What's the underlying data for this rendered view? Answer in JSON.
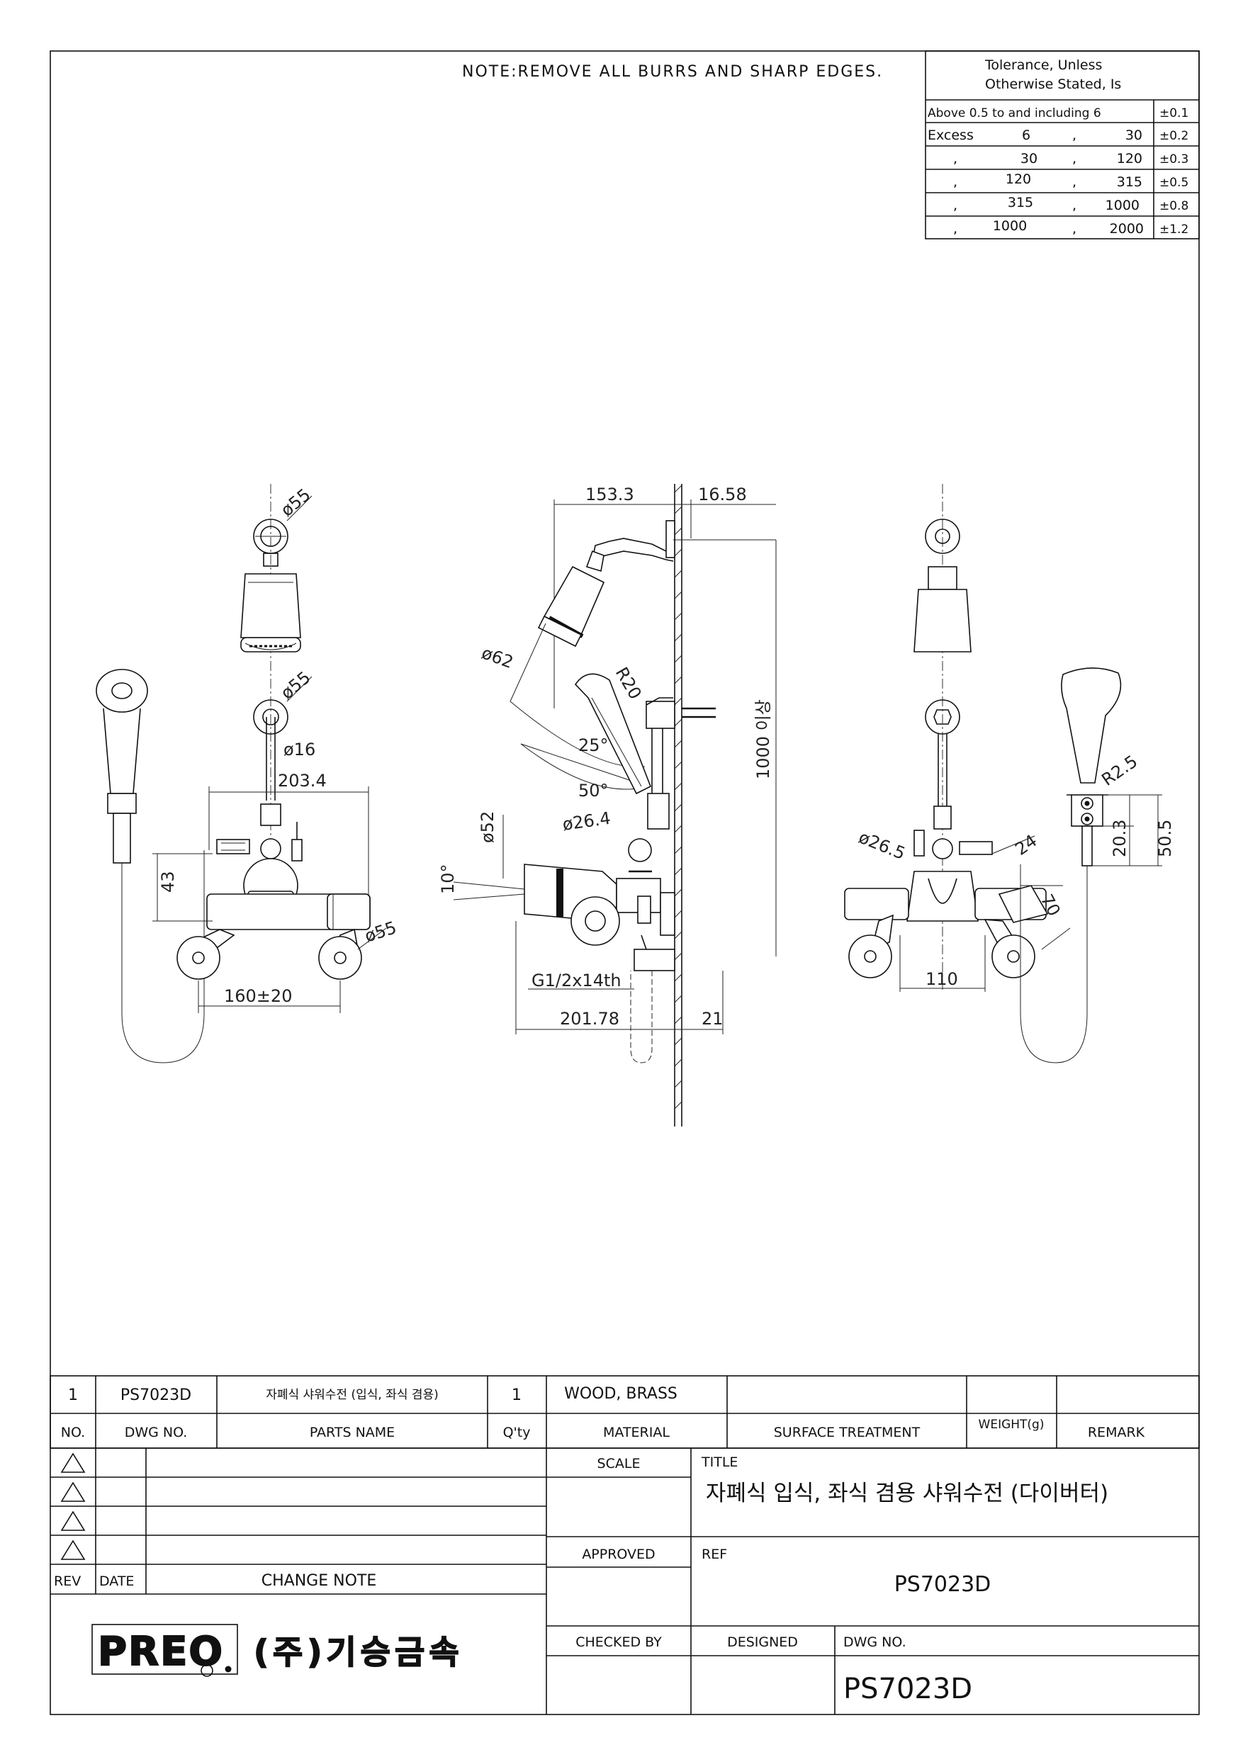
{
  "note": "NOTE:REMOVE ALL BURRS AND SHARP EDGES.",
  "tolerance": {
    "title_line1": "Tolerance, Unless",
    "title_line2": "Otherwise Stated, Is",
    "rows": [
      {
        "a": "Above 0.5 to and including 6",
        "b": "",
        "c": "",
        "d": "",
        "tol": "±0.1"
      },
      {
        "a": "Excess",
        "b": "6",
        "c": ",",
        "d": "30",
        "tol": "±0.2"
      },
      {
        "a": ",",
        "b": "30",
        "c": ",",
        "d": "120",
        "tol": "±0.3"
      },
      {
        "a": ",",
        "b": "120",
        "c": ",",
        "d": "315",
        "tol": "±0.5"
      },
      {
        "a": ",",
        "b": "315",
        "c": ",",
        "d": "1000",
        "tol": "±0.8"
      },
      {
        "a": ",",
        "b": "1000",
        "c": ",",
        "d": "2000",
        "tol": "±1.2"
      }
    ]
  },
  "dims": {
    "front_phi55_top": "ø55",
    "front_phi55_mid": "ø55",
    "front_phi16": "ø16",
    "front_203_4": "203.4",
    "front_43": "43",
    "front_phi55_right": "ø55",
    "front_160": "160±20",
    "side_153_3": "153.3",
    "side_16_58": "16.58",
    "side_phi62": "ø62",
    "side_r20": "R20",
    "side_25deg": "25°",
    "side_50deg": "50°",
    "side_phi26_4": "ø26.4",
    "side_phi52": "ø52",
    "side_10deg": "10°",
    "side_1000": "1000 이상",
    "side_g12": "G1/2x14th",
    "side_201_78": "201.78",
    "side_21": "21",
    "back_phi26_5": "ø26.5",
    "back_24": "24",
    "back_70": "70",
    "back_110": "110",
    "back_r2_5": "R2.5",
    "back_20_3": "20.3",
    "back_50_5": "50.5"
  },
  "bom": {
    "no": "1",
    "dwg_no": "PS7023D",
    "parts_name": "자폐식 샤워수전 (입식, 좌식 겸용)",
    "qty": "1",
    "material": "WOOD, BRASS",
    "surface": "",
    "weight": "",
    "remark": ""
  },
  "headers": {
    "no": "NO.",
    "dwg_no": "DWG NO.",
    "parts_name": "PARTS NAME",
    "qty": "Q'ty",
    "material": "MATERIAL",
    "surface": "SURFACE TREATMENT",
    "weight": "WEIGHT(g)",
    "remark": "REMARK"
  },
  "revision": {
    "rev": "REV",
    "date": "DATE",
    "change_note": "CHANGE NOTE"
  },
  "title_block": {
    "scale_label": "SCALE",
    "title_label": "TITLE",
    "title": "자폐식 입식, 좌식 겸용 샤워수전 (다이버터)",
    "approved_label": "APPROVED",
    "ref_label": "REF",
    "ref": "PS7023D",
    "checked_label": "CHECKED BY",
    "designed_label": "DESIGNED",
    "dwg_no_label": "DWG NO.",
    "dwg_no": "PS7023D"
  },
  "company": {
    "logo_text": "PREO",
    "name": "(주)기승금속"
  }
}
